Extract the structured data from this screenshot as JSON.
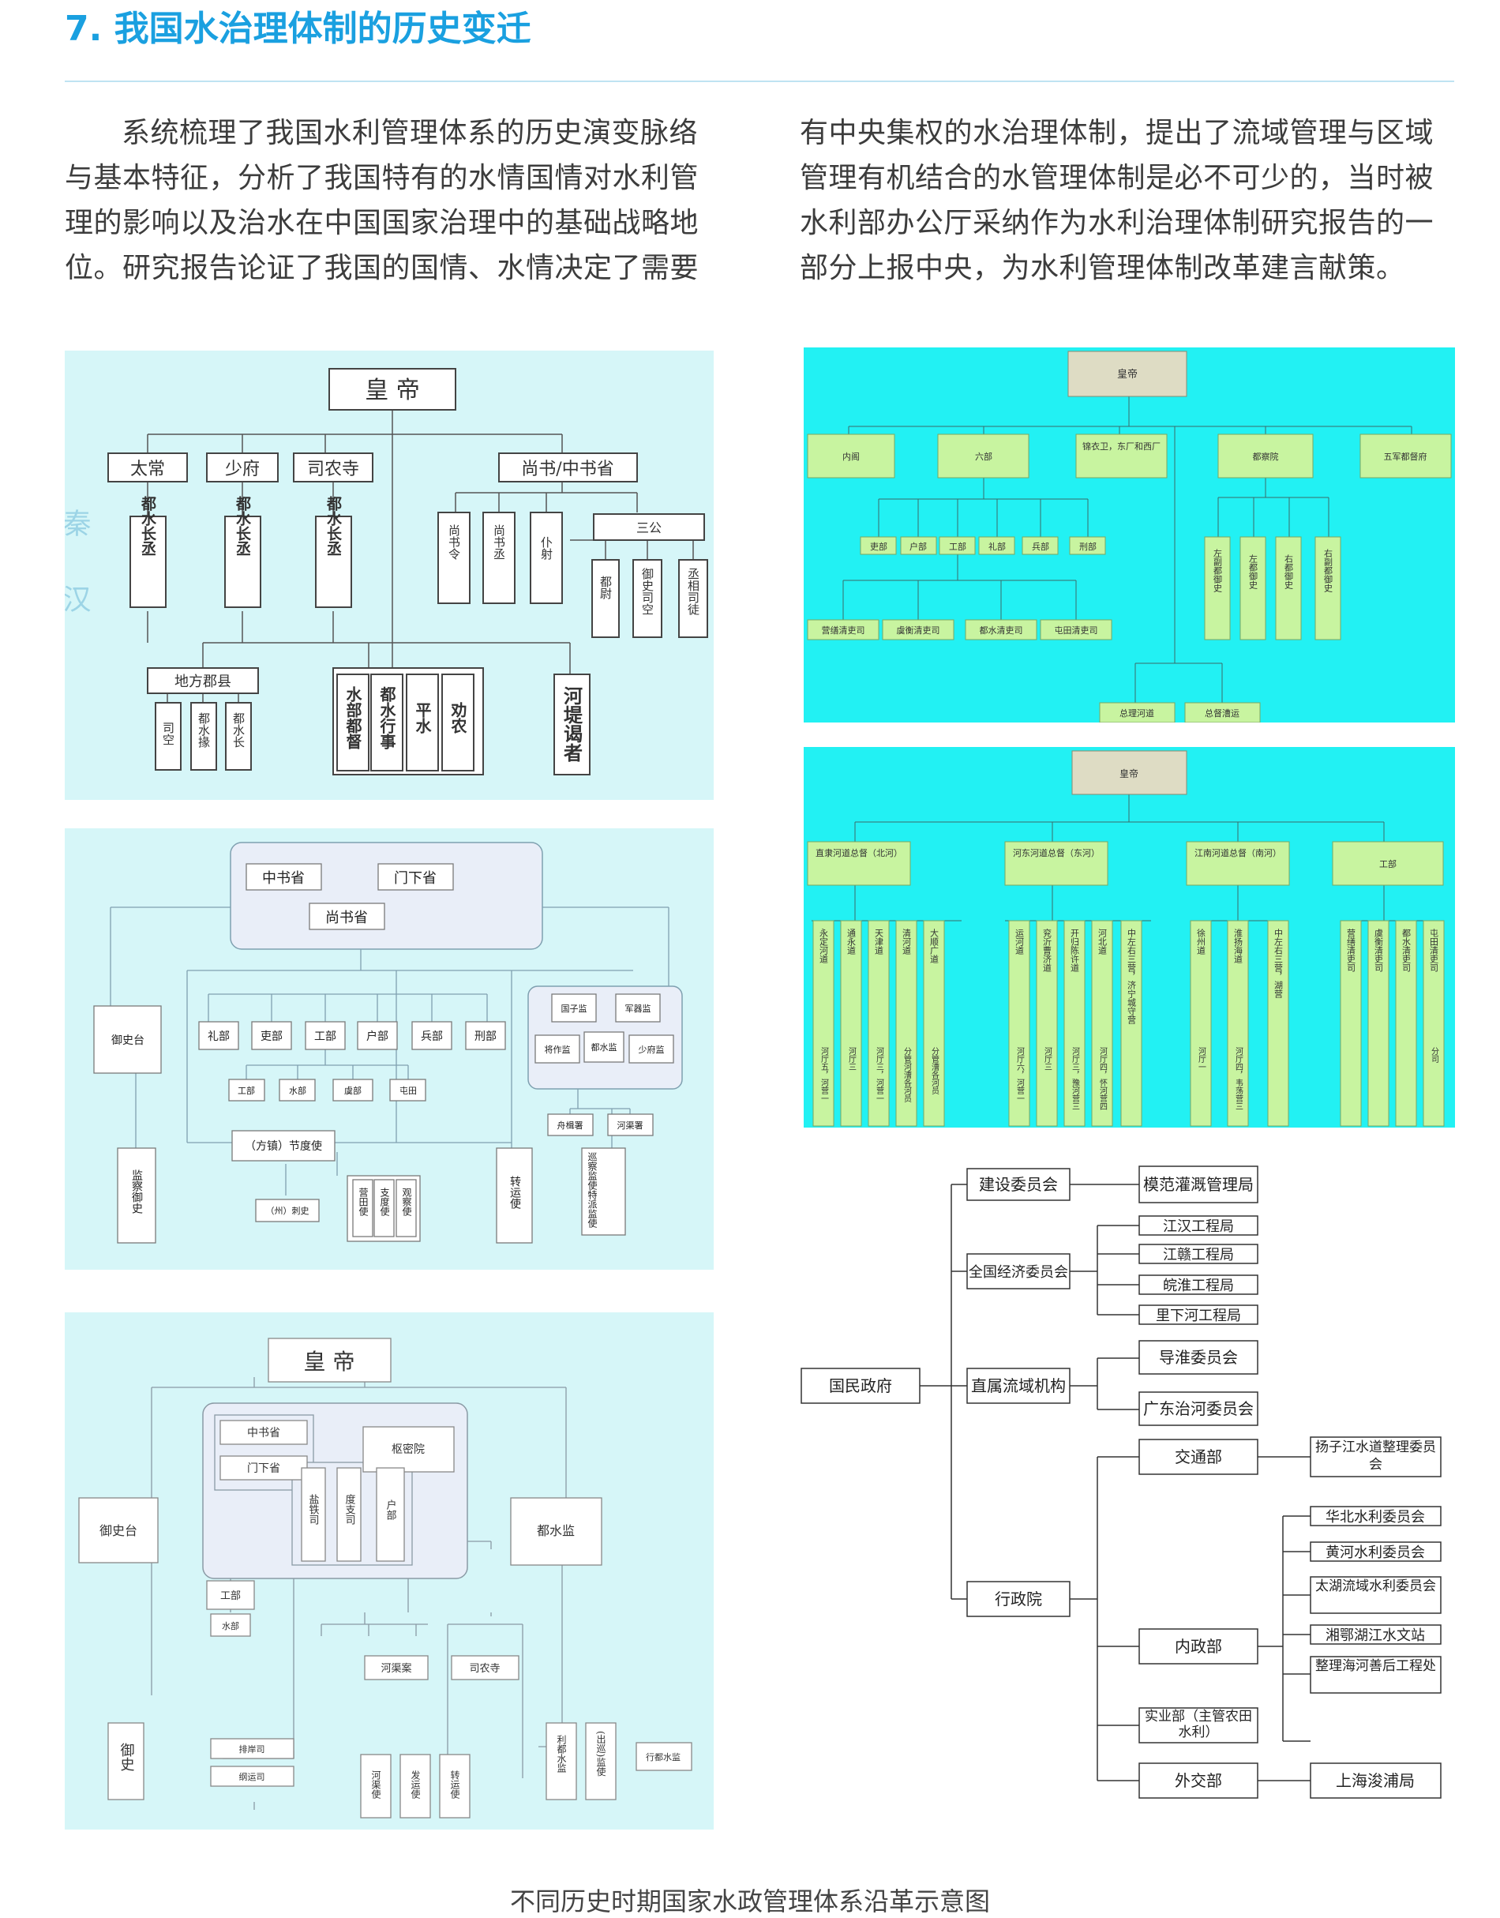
{
  "header": {
    "title": "7. 我国水治理体制的历史变迁"
  },
  "body_text": {
    "col1": [
      "系统梳理了我国水利管理体系的历史演变脉络",
      "与基本特征，分析了我国特有的水情国情对水利管",
      "理的影响以及治水在中国国家治理中的基础战略地",
      "位。研究报告论证了我国的国情、水情决定了需要"
    ],
    "col2": [
      "有中央集权的水治理体制，提出了流域管理与区域",
      "管理有机结合的水管理体制是必不可少的，当时被",
      "水利部办公厅采纳作为水利治理体制研究报告的一",
      "部分上报中央，为水利管理体制改革建言献策。"
    ]
  },
  "chart1": {
    "emperor": "皇 帝",
    "side": "秦汉",
    "depts": [
      "太常",
      "少府",
      "司农寺",
      "尚书/中书省"
    ],
    "dept_subs": [
      "都水长丞",
      "都水长丞",
      "都水长丞"
    ],
    "shangshu_subs": [
      "尚书令",
      "尚书丞",
      "仆射"
    ],
    "sangong": "三公",
    "sangong_subs": [
      "都尉",
      "御史司空",
      "丞相司徒"
    ],
    "local": "地方郡县",
    "local_subs": [
      "司空",
      "都水掾",
      "都水长"
    ],
    "mid_subs": [
      "水部都督",
      "都水行事",
      "平水",
      "劝农"
    ],
    "hedi": "河堤谒者"
  },
  "chart2": {
    "top": [
      "中书省",
      "门下省",
      "尚书省"
    ],
    "yushitai": "御史台",
    "six": [
      "礼部",
      "吏部",
      "工部",
      "户部",
      "兵部",
      "刑部"
    ],
    "gongbu_subs": [
      "工部",
      "水部",
      "虞部",
      "屯田"
    ],
    "jian": [
      "国子监",
      "军器监",
      "将作监",
      "都水监",
      "少府监"
    ],
    "shu": [
      "舟楫署",
      "河渠署"
    ],
    "jiancha": "监察御史",
    "jiedushi": "（方镇）节度使",
    "cishi": "（州）刺史",
    "jiedu_subs": [
      "营田使",
      "支度使",
      "观察使"
    ],
    "zhuanyun": "转运使",
    "xuncha": "巡察监使特派监使"
  },
  "chart3": {
    "emperor": "皇 帝",
    "zhongshu": "中书省",
    "menxia": "门下省",
    "shumi": "枢密院",
    "sansi": [
      "盐铁司",
      "度支司",
      "户部"
    ],
    "yushitai": "御史台",
    "dushuijian": "都水监",
    "gongbu": "工部",
    "shuibu": "水部",
    "hequ": "河渠案",
    "sinong": "司农寺",
    "yushi": "御史",
    "boats": [
      "排岸司",
      "纲运司"
    ],
    "shi": [
      "河渠使",
      "发运使",
      "转运使"
    ],
    "lidushui": "利都水监",
    "chuxun": "(出巡)监使",
    "xingdu": "行都水监"
  },
  "chart4": {
    "emperor": "皇帝",
    "row1": [
      "内阁",
      "六部",
      "锦衣卫，东厂和西厂",
      "都察院",
      "五军都督府"
    ],
    "six": [
      "吏部",
      "户部",
      "工部",
      "礼部",
      "兵部",
      "刑部"
    ],
    "qingli": [
      "营缮清吏司",
      "虞衡清吏司",
      "都水清吏司",
      "屯田清吏司"
    ],
    "yushi": [
      "左副都御史",
      "左都御史",
      "右都御史",
      "右副都御史"
    ],
    "bottom": [
      "总理河道",
      "总督漕运"
    ]
  },
  "chart5": {
    "emperor": "皇帝",
    "zongdu": [
      "直隶河道总督（北河）",
      "河东河道总督（东河）",
      "江南河道总督（南河）",
      "工部"
    ],
    "north": [
      "永定河道",
      "通永道",
      "天津道",
      "清河道",
      "大顺广道"
    ],
    "east": [
      "运河道",
      "兖沂曹济道",
      "开归陈许道",
      "河北道",
      "中左右三营，济宁城守营"
    ],
    "south": [
      "徐州道",
      "淮扬海道",
      "中左右三营，湖营"
    ],
    "gongbu": [
      "营缮清吏司",
      "虞衡清吏司",
      "都水清吏司",
      "屯田清吏司"
    ],
    "north_subs": [
      "河厅五，河营一",
      "河厅三",
      "河厅三，河营一",
      "分管河漕各河员",
      "分管漕各河员"
    ],
    "east_subs": [
      "河厅六，河营一",
      "河厅三",
      "河厅三，豫河营三",
      "河厅四，怀河营四"
    ],
    "south_subs": [
      "河厅一",
      "河厅四，韦荡营三"
    ],
    "gongbu_sub": "分司"
  },
  "chart6": {
    "root": "国民政府",
    "level1": [
      "建设委员会",
      "全国经济委员会",
      "直属流域机构",
      "行政院"
    ],
    "jianshe": [
      "模范灌溉管理局"
    ],
    "jingji": [
      "江汉工程局",
      "江赣工程局",
      "皖淮工程局",
      "里下河工程局"
    ],
    "liuyu": [
      "导淮委员会",
      "广东治河委员会"
    ],
    "xingzheng": [
      "交通部",
      "内政部",
      "实业部（主管农田水利）",
      "外交部"
    ],
    "jiaotong": [
      "扬子江水道整理委员会"
    ],
    "neizheng": [
      "华北水利委员会",
      "黄河水利委员会",
      "太湖流域水利委员会",
      "湘鄂湖江水文站",
      "整理海河善后工程处"
    ],
    "waijiao": [
      "上海浚浦局"
    ]
  },
  "caption": "不同历史时期国家水政管理体系沿革示意图"
}
